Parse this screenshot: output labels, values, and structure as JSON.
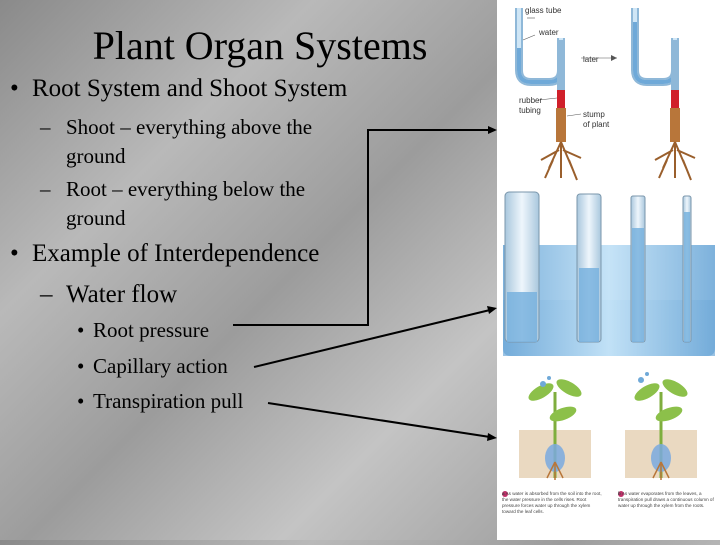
{
  "slide": {
    "title": "Plant Organ Systems",
    "bullets": {
      "b1": {
        "marker": "•",
        "text": "Root System and Shoot System"
      },
      "b1_sub": [
        {
          "marker": "–",
          "line1": "Shoot – everything above the",
          "line2": "ground"
        },
        {
          "marker": "–",
          "line1": "Root – everything below the",
          "line2": "ground"
        }
      ],
      "b2": {
        "marker": "•",
        "text": "Example of Interdependence"
      },
      "b2_sub": {
        "marker": "–",
        "text": "Water flow"
      },
      "b2_items": [
        {
          "marker": "•",
          "text": "Root pressure"
        },
        {
          "marker": "•",
          "text": "Capillary action"
        },
        {
          "marker": "•",
          "text": "Transpiration pull"
        }
      ]
    }
  },
  "figure": {
    "labels": {
      "glass_tube": "glass tube",
      "water": "water",
      "later": "later",
      "rubber_tubing_1": "rubber",
      "rubber_tubing_2": "tubing",
      "stump_1": "stump",
      "stump_2": "of plant"
    },
    "captions": {
      "left_number": "a",
      "left_text": "As water is absorbed from the soil into the root, the water pressure in the cells rises. Root pressure forces water up through the xylem toward the leaf cells.",
      "right_number": "b",
      "right_text": "As water evaporates from the leaves, a transpiration pull draws a continuous column of water up through the xylem from the roots."
    },
    "colors": {
      "water": "#8fc0e6",
      "tube": "#cfe3f2",
      "rubber": "#d0202a",
      "stem": "#b8763a",
      "leaf": "#8cc04a",
      "caption_marker": "#c0306a"
    }
  }
}
